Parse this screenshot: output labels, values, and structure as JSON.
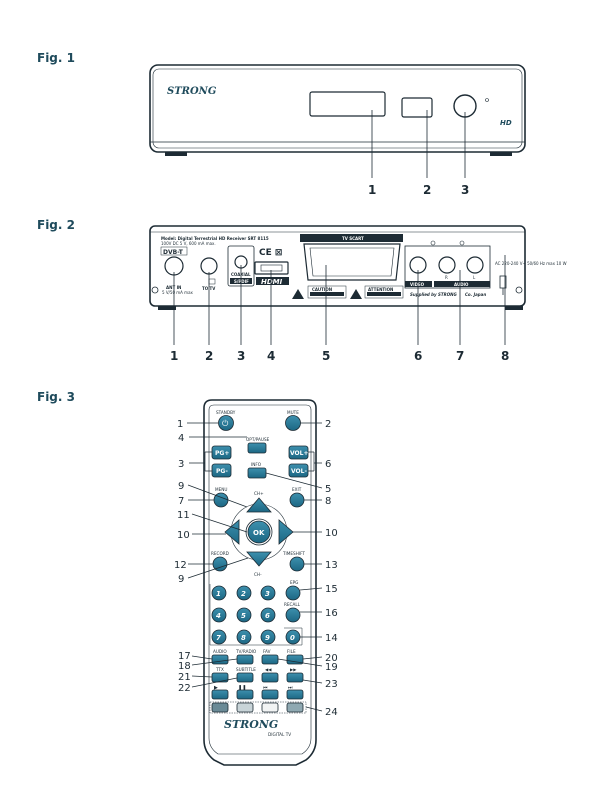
{
  "figures": {
    "fig1": {
      "label": "Fig. 1",
      "brand": "STRONG",
      "hd_badge": "HD",
      "callouts": [
        "1",
        "2",
        "3"
      ]
    },
    "fig2": {
      "label": "Fig. 2",
      "model_text": "Model: Digital Terrestrial HD Receiver SRT 8115",
      "power_text": "100V DC 5 V, 600 mA max.",
      "dvb_logo": "DVB-T",
      "scart_label": "TV SCART",
      "ant_in": "ANT IN",
      "ant_sub": "5 V/50 mA max",
      "to_tv": "TO TV",
      "coaxial": "COAXIAL",
      "spdif": "S/PDIF",
      "hdmi": "HDMI",
      "caution": "CAUTION",
      "attention": "ATTENTION",
      "video": "VIDEO",
      "audio": "AUDIO",
      "audio_r": "R",
      "audio_l": "L",
      "ac_text": "AC 220-240 V~ 50/60 Hz max 10 W",
      "supplied": "Supplied by STRONG",
      "japan": "Co. Japan",
      "callouts": [
        "1",
        "2",
        "3",
        "4",
        "5",
        "6",
        "7",
        "8"
      ]
    },
    "fig3": {
      "label": "Fig. 3",
      "buttons": {
        "standby": "STANDBY",
        "mute": "MUTE",
        "opt_pause": "OPT/PAUSE",
        "pg_up": "PG+",
        "pg_down": "PG-",
        "vol_up": "VOL+",
        "vol_down": "VOL-",
        "info": "INFO",
        "menu": "MENU",
        "exit": "EXIT",
        "ch_up": "CH+",
        "ok": "OK",
        "ch_down": "CH-",
        "record": "RECORD",
        "timeshift": "TIMESHIFT",
        "epg": "EPG",
        "recall": "RECALL",
        "digits": [
          "1",
          "2",
          "3",
          "4",
          "5",
          "6",
          "7",
          "8",
          "9",
          "0"
        ],
        "audio": "AUDIO",
        "tv_radio": "TV/RADIO",
        "fav": "FAV",
        "file": "FILE",
        "ttx": "TTX",
        "subtitle": "SUBTITLE",
        "rewind": "◀◀",
        "ffwd": "▶▶",
        "brand": "STRONG",
        "digital_tv": "DIGITAL TV"
      },
      "left_callouts": [
        "1",
        "4",
        "3",
        "9",
        "7",
        "11",
        "10",
        "12",
        "9",
        "17",
        "18",
        "21",
        "22"
      ],
      "right_callouts": [
        "2",
        "6",
        "5",
        "8",
        "10",
        "13",
        "15",
        "16",
        "14",
        "20",
        "19",
        "23",
        "24"
      ]
    }
  },
  "colors": {
    "accent": "#1f6f8b",
    "dark": "#1d2b34",
    "label": "#1f4b5c"
  }
}
